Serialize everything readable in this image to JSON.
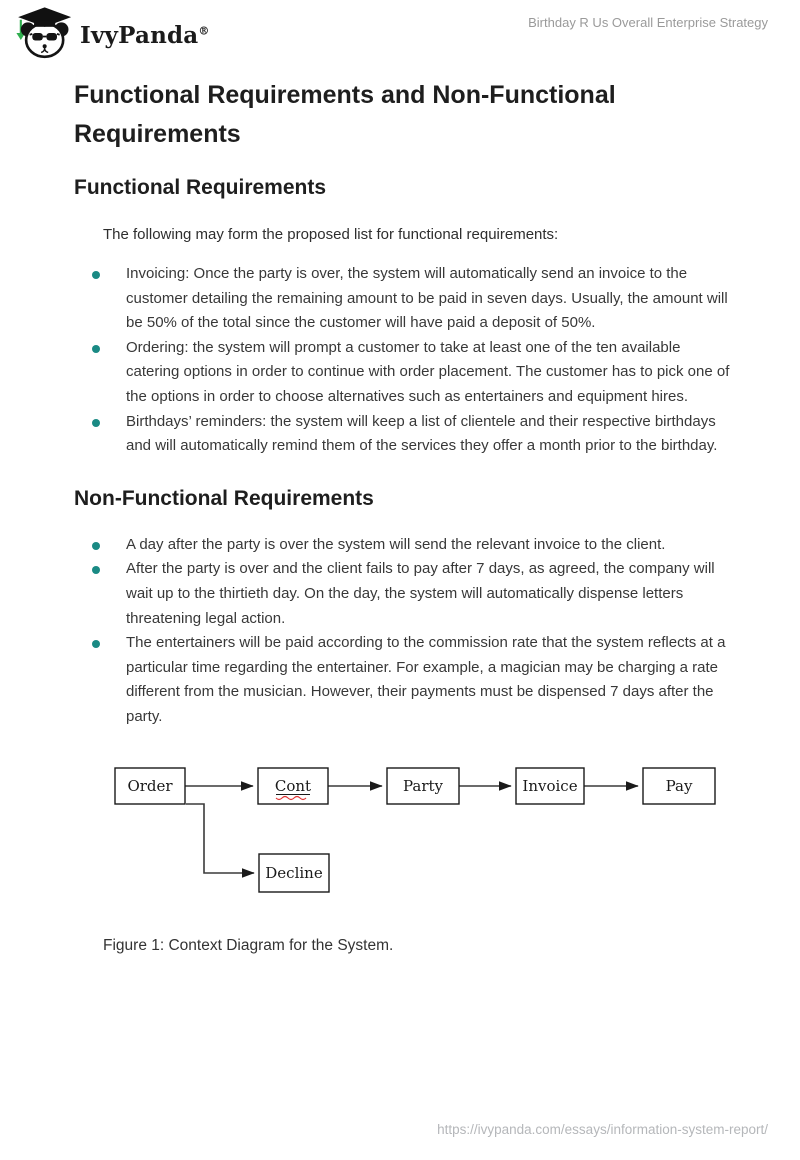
{
  "header": {
    "brand": "IvyPanda",
    "registered_mark": "®",
    "doc_title": "Birthday R Us Overall Enterprise Strategy"
  },
  "article": {
    "title": "Functional Requirements and Non-Functional Requirements",
    "sections": [
      {
        "heading": "Functional Requirements",
        "intro": "The following may form the proposed list for functional requirements:",
        "bullets": [
          "Invoicing: Once the party is over, the system will automatically send an invoice to the customer detailing the remaining amount to be paid in seven days. Usually, the amount will be 50% of the total since the customer will have paid a deposit of 50%.",
          "Ordering: the system will prompt a customer to take at least one of the ten available catering options in order to continue with order placement. The customer has to pick one of the options in order to choose alternatives such as entertainers and equipment hires.",
          "Birthdays’ reminders: the system will keep a list of clientele and their respective birthdays and will automatically remind them of the services they offer a month prior to the birthday."
        ]
      },
      {
        "heading": "Non-Functional Requirements",
        "intro": "",
        "bullets": [
          "A day after the party is over the system will send the relevant invoice to the client.",
          "After the party is over and the client fails to pay after 7 days, as agreed, the company will wait up to the thirtieth day. On the day, the system will automatically dispense letters threatening legal action.",
          "The entertainers will be paid according to the commission rate that the system reflects at a particular time regarding the entertainer. For example, a magician may be charging a rate different from the musician. However, their payments must be dispensed 7 days after the party."
        ]
      }
    ]
  },
  "diagram": {
    "nodes": [
      {
        "id": "order",
        "label": "Order"
      },
      {
        "id": "cont",
        "label": "Cont",
        "spellcheck_underline": true
      },
      {
        "id": "party",
        "label": "Party"
      },
      {
        "id": "invoice",
        "label": "Invoice"
      },
      {
        "id": "pay",
        "label": "Pay"
      },
      {
        "id": "decline",
        "label": "Decline"
      }
    ],
    "edges": [
      {
        "from": "Order",
        "to": "Cont"
      },
      {
        "from": "Cont",
        "to": "Party"
      },
      {
        "from": "Party",
        "to": "Invoice"
      },
      {
        "from": "Invoice",
        "to": "Pay"
      },
      {
        "from": "Order",
        "to": "Decline"
      }
    ],
    "caption": "Figure 1: Context Diagram for the System."
  },
  "footer": {
    "url": "https://ivypanda.com/essays/information-system-report/"
  },
  "colors": {
    "bullet_accent": "#1a8a84",
    "tassel_green": "#2fae4e",
    "spellcheck_red": "#e03131",
    "header_gray": "#9a9a9a",
    "footer_gray": "#b5b7ba"
  }
}
